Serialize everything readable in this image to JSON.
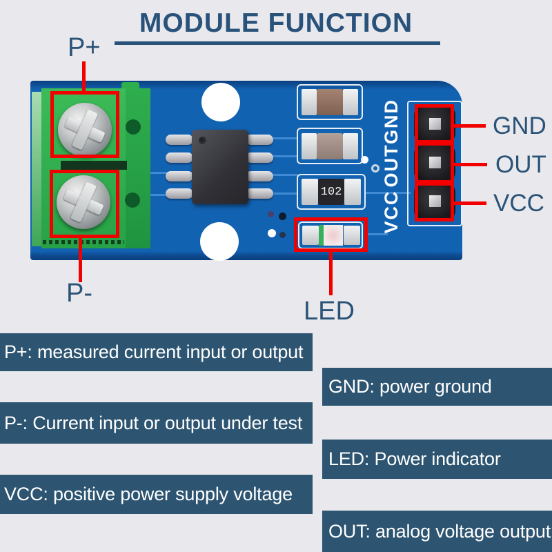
{
  "title": {
    "text": "MODULE FUNCTION"
  },
  "callouts": {
    "p_plus": "P+",
    "p_minus": "P-",
    "led": "LED",
    "gnd": "GND",
    "out": "OUT",
    "vcc": "VCC"
  },
  "pcb": {
    "silkscreen": [
      "GND",
      "OUT",
      "VCC"
    ],
    "resistor_label": "102"
  },
  "legend": {
    "left": [
      "P+: measured current input or output",
      "P-: Current input or output under test",
      "VCC: positive power supply voltage"
    ],
    "right": [
      "GND: power ground",
      "LED: Power indicator",
      "OUT: analog voltage output"
    ]
  },
  "colors": {
    "background": "#e9e9ed",
    "annotation_red": "#f20000",
    "label_blue": "#2b5377",
    "title_blue": "#29527b",
    "legend_bar_bg": "#2d5470",
    "legend_text": "#ffffff",
    "pcb_blue": "#1262b2",
    "terminal_green": "#2fae4e"
  }
}
